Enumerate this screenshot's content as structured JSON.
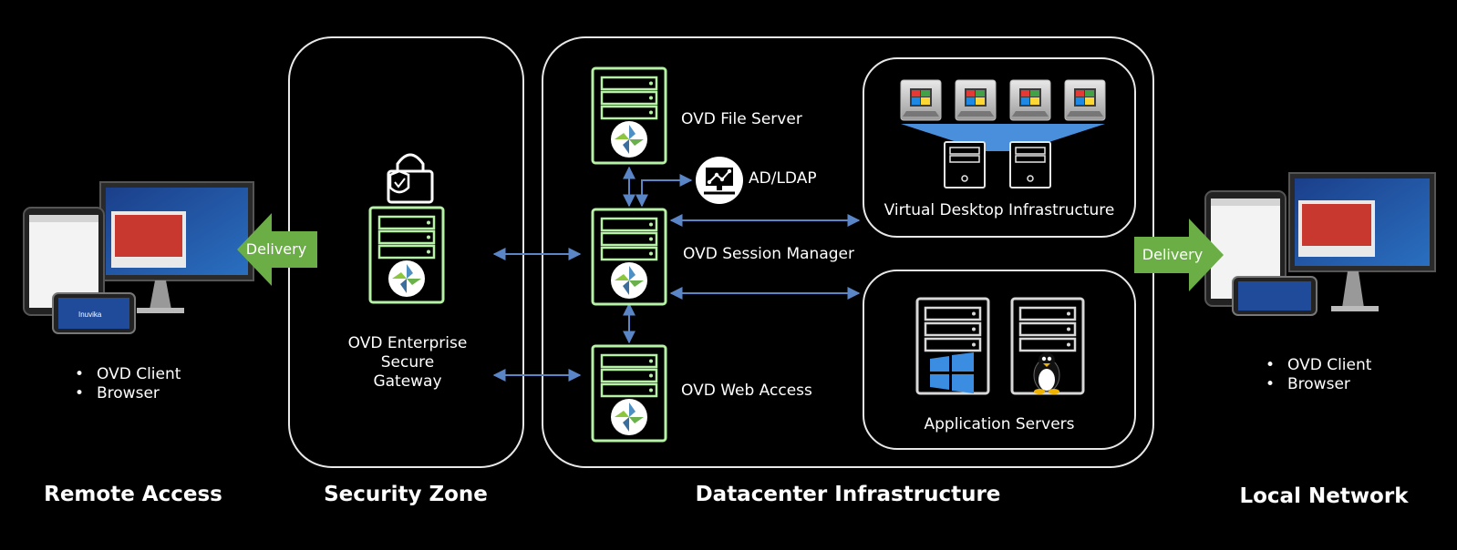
{
  "sections": {
    "remote_access": "Remote Access",
    "security_zone": "Security Zone",
    "datacenter": "Datacenter Infrastructure",
    "local_network": "Local Network"
  },
  "remote_clients": [
    "OVD Client",
    "Browser"
  ],
  "local_clients": [
    "OVD Client",
    "Browser"
  ],
  "delivery_label": "Delivery",
  "gateway_label": [
    "OVD Enterprise",
    "Secure",
    "Gateway"
  ],
  "servers": {
    "file_server": "OVD File Server",
    "ldap": "AD/LDAP",
    "session_manager": "OVD Session Manager",
    "web_access": "OVD Web Access"
  },
  "vdi_label": "Virtual Desktop Infrastructure",
  "app_servers_label": "Application Servers",
  "tablet_brand": "Inuvika",
  "colors": {
    "server_outline": "#b6f2a5",
    "arrow": "#5a86c8",
    "delivery_green": "#6aae45",
    "panel_border": "#e8e8e8"
  }
}
